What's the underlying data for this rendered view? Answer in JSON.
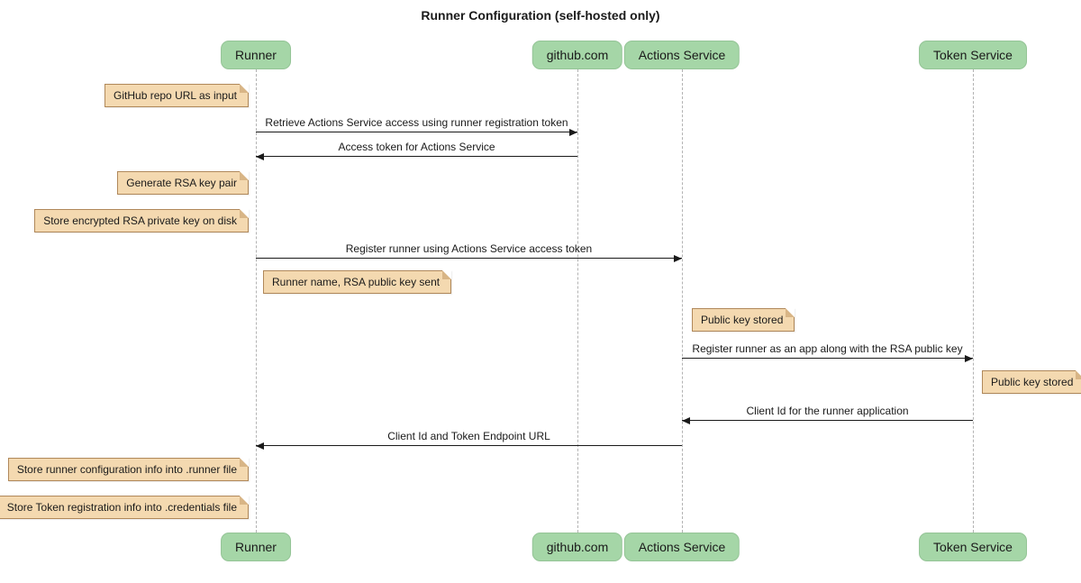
{
  "title": "Runner Configuration (self-hosted only)",
  "participants": [
    {
      "label": "Runner"
    },
    {
      "label": "github.com"
    },
    {
      "label": "Actions Service"
    },
    {
      "label": "Token Service"
    }
  ],
  "notes": [
    {
      "text": "GitHub repo URL as input",
      "position": "left of Runner"
    },
    {
      "text": "Generate RSA key pair",
      "position": "left of Runner"
    },
    {
      "text": "Store encrypted RSA private key on disk",
      "position": "left of Runner"
    },
    {
      "text": "Runner name, RSA public key sent",
      "position": "right of Runner"
    },
    {
      "text": "Public key stored",
      "position": "right of Actions Service"
    },
    {
      "text": "Public key stored",
      "position": "right of Token Service"
    },
    {
      "text": "Store runner configuration info into .runner file",
      "position": "left of Runner"
    },
    {
      "text": "Store Token registration info into .credentials file",
      "position": "left of Runner"
    }
  ],
  "messages": [
    {
      "text": "Retrieve Actions Service access using runner registration token",
      "from": "Runner",
      "to": "github.com"
    },
    {
      "text": "Access token for Actions Service",
      "from": "github.com",
      "to": "Runner"
    },
    {
      "text": "Register runner using Actions Service access token",
      "from": "Runner",
      "to": "Actions Service"
    },
    {
      "text": "Register runner as an app along with the RSA public key",
      "from": "Actions Service",
      "to": "Token Service"
    },
    {
      "text": "Client Id for the runner application",
      "from": "Token Service",
      "to": "Actions Service"
    },
    {
      "text": "Client Id and Token Endpoint URL",
      "from": "Actions Service",
      "to": "Runner"
    }
  ],
  "colors": {
    "participant_fill": "#a5d6a7",
    "note_fill": "#f4d9b0",
    "note_border": "#b0885a",
    "lifeline": "#b3b3b3",
    "arrow": "#1a1a1a"
  }
}
